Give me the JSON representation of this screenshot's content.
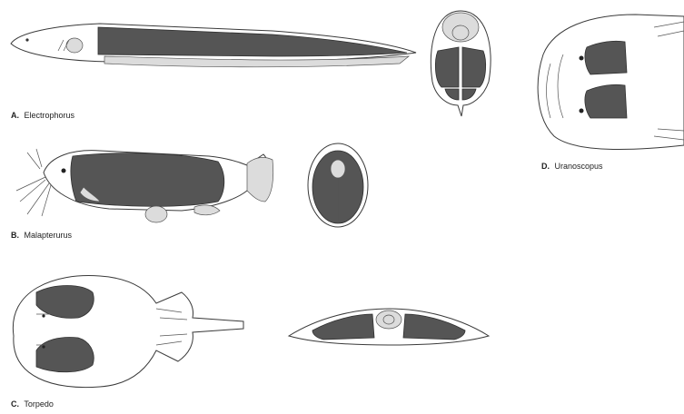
{
  "figure": {
    "panels": [
      {
        "letter": "A.",
        "name": "Electrophorus"
      },
      {
        "letter": "B.",
        "name": "Malapterurus"
      },
      {
        "letter": "C.",
        "name": "Torpedo"
      },
      {
        "letter": "D.",
        "name": "Uranoscopus"
      }
    ]
  },
  "colors": {
    "organ": "#555555",
    "outline": "#3a3a3a",
    "background": "#ffffff"
  }
}
